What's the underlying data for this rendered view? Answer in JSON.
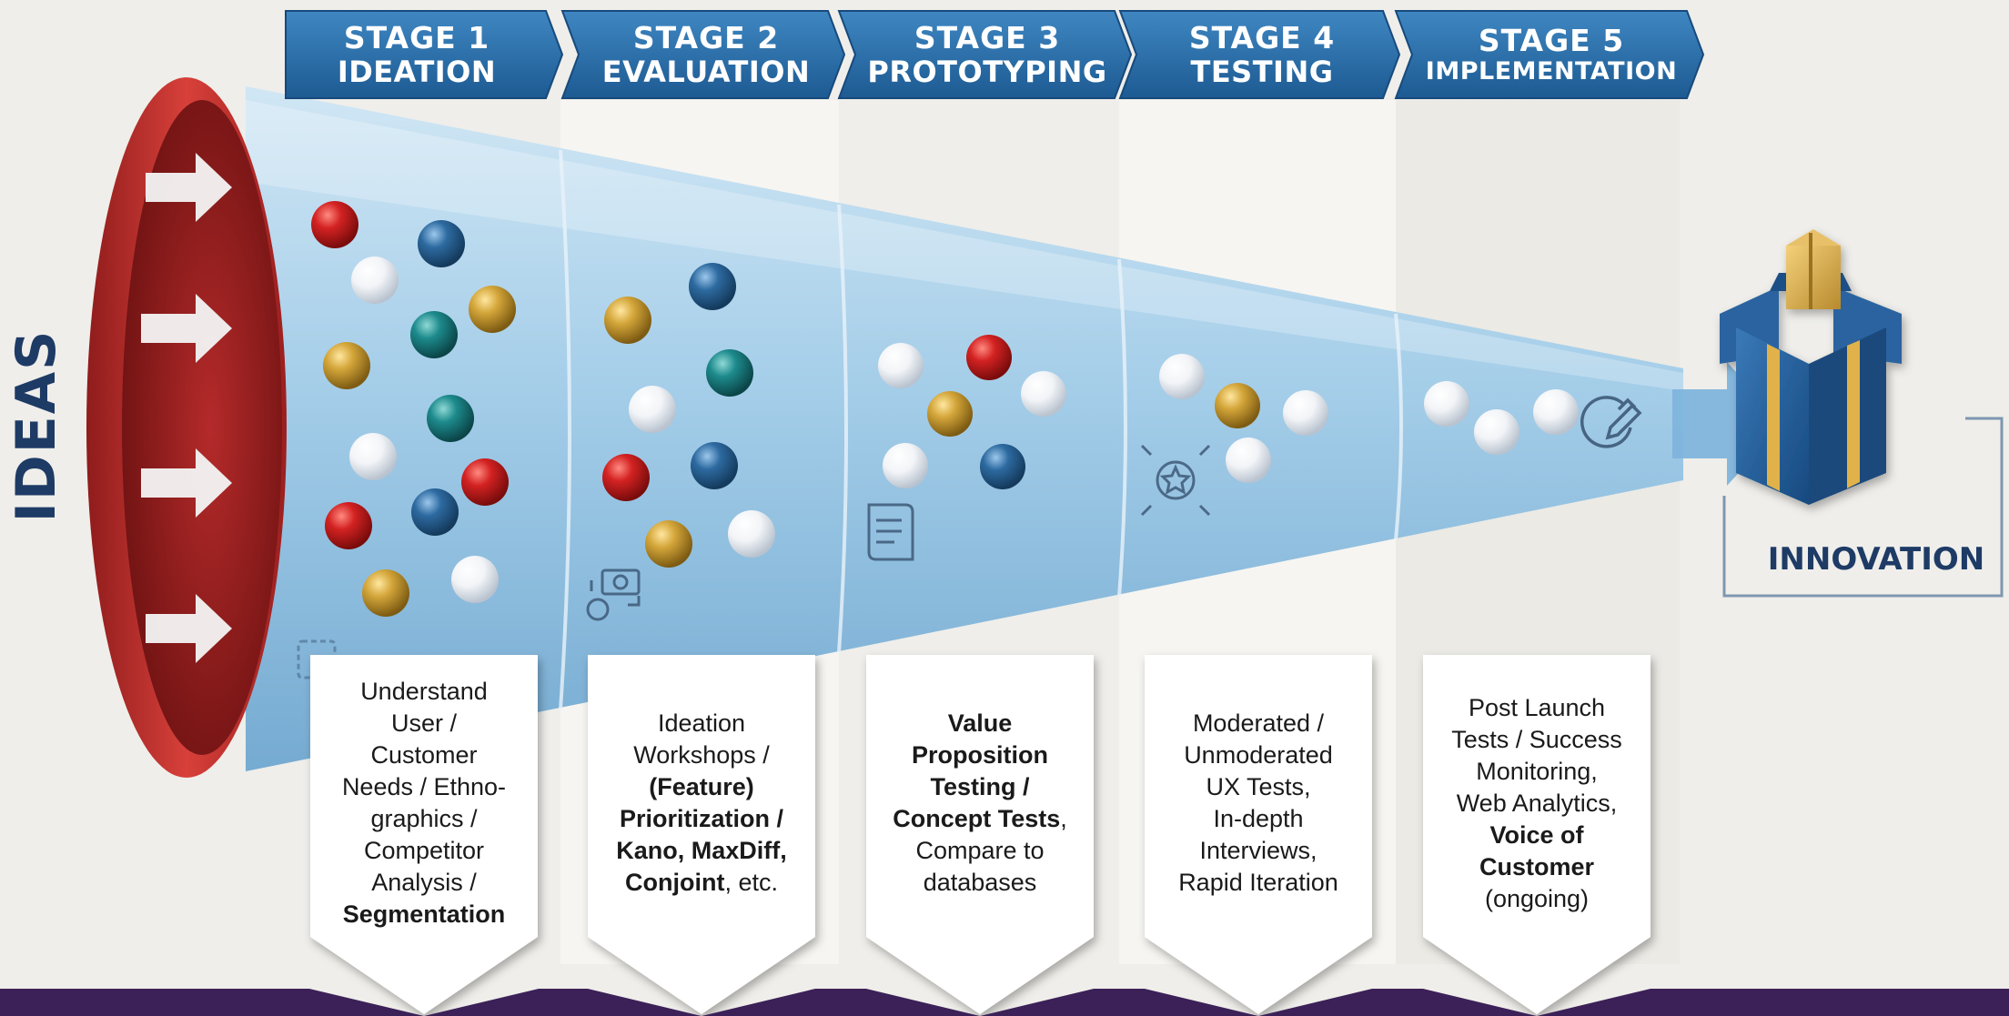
{
  "side_label": "IDEAS",
  "stages": [
    {
      "number": "STAGE 1",
      "name": "IDEATION"
    },
    {
      "number": "STAGE 2",
      "name": "EVALUATION"
    },
    {
      "number": "STAGE 3",
      "name": "PROTOTYPING"
    },
    {
      "number": "STAGE 4",
      "name": "TESTING"
    },
    {
      "number": "STAGE 5",
      "name": "IMPLEMENTATION"
    }
  ],
  "cards": [
    {
      "lines": [
        {
          "text": "Understand",
          "bold": false
        },
        {
          "text": "User /",
          "bold": false
        },
        {
          "text": "Customer",
          "bold": false
        },
        {
          "text": "Needs / Ethno-",
          "bold": false
        },
        {
          "text": "graphics /",
          "bold": false
        },
        {
          "text": "Competitor",
          "bold": false
        },
        {
          "text": "Analysis /",
          "bold": false
        },
        {
          "text": "Segmentation",
          "bold": true
        }
      ]
    },
    {
      "lines": [
        {
          "text": "Ideation",
          "bold": false
        },
        {
          "text": "Workshops /",
          "bold": false
        },
        {
          "text": "(Feature)",
          "bold": true
        },
        {
          "text": "Prioritization /",
          "bold": true
        },
        {
          "text": "Kano, MaxDiff,",
          "bold": true
        },
        {
          "text": "Conjoint",
          "bold": true,
          "suffix": ", etc."
        }
      ]
    },
    {
      "lines": [
        {
          "text": "Value",
          "bold": true
        },
        {
          "text": "Proposition",
          "bold": true
        },
        {
          "text": "Testing /",
          "bold": true
        },
        {
          "text": "Concept Tests",
          "bold": true,
          "suffix": ","
        },
        {
          "text": "Compare to",
          "bold": false
        },
        {
          "text": "databases",
          "bold": false
        }
      ]
    },
    {
      "lines": [
        {
          "text": "Moderated /",
          "bold": false
        },
        {
          "text": "Unmoderated",
          "bold": false
        },
        {
          "text": "UX Tests,",
          "bold": false
        },
        {
          "text": "In-depth",
          "bold": false
        },
        {
          "text": "Interviews,",
          "bold": false
        },
        {
          "text": "Rapid Iteration",
          "bold": false
        }
      ]
    },
    {
      "lines": [
        {
          "text": "Post Launch",
          "bold": false
        },
        {
          "text": "Tests / Success",
          "bold": false
        },
        {
          "text": "Monitoring,",
          "bold": false
        },
        {
          "text": "Web Analytics,",
          "bold": false
        },
        {
          "text": "Voice of",
          "bold": true
        },
        {
          "text": "Customer",
          "bold": true
        },
        {
          "text": "(ongoing)",
          "bold": false
        }
      ]
    }
  ],
  "output_label": "INNOVATION",
  "colors": {
    "banner": "#2a6fa8",
    "funnel_rim": "#b52a2a",
    "funnel_body": "#8fc3e3",
    "footer": "#3c2158",
    "label": "#1e3b66"
  }
}
